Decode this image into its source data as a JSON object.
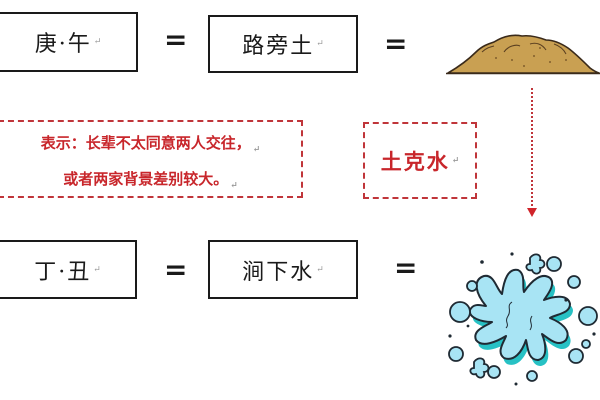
{
  "row1": {
    "ganzhi": "庚·午",
    "equals1": "=",
    "nayin": "路旁土",
    "equals2": "=",
    "image_icon": "dirt-mound-icon"
  },
  "relation": {
    "description_line1": "表示：长辈不太同意两人交往，",
    "description_line2": "或者两家背景差别较大。",
    "element_relation": "土克水",
    "arrow_icon": "dotted-down-arrow-icon"
  },
  "row2": {
    "ganzhi": "丁·丑",
    "equals1": "=",
    "nayin": "涧下水",
    "equals2": "=",
    "image_icon": "water-splash-icon"
  },
  "paragraph_mark": "↵",
  "colors": {
    "box_border": "#1a1a1a",
    "relation_red": "#c8262b",
    "dirt_fill": "#c9a052",
    "dirt_outline": "#3a2a1a",
    "water_light": "#a8e4f4",
    "water_shadow": "#27c1c4"
  }
}
